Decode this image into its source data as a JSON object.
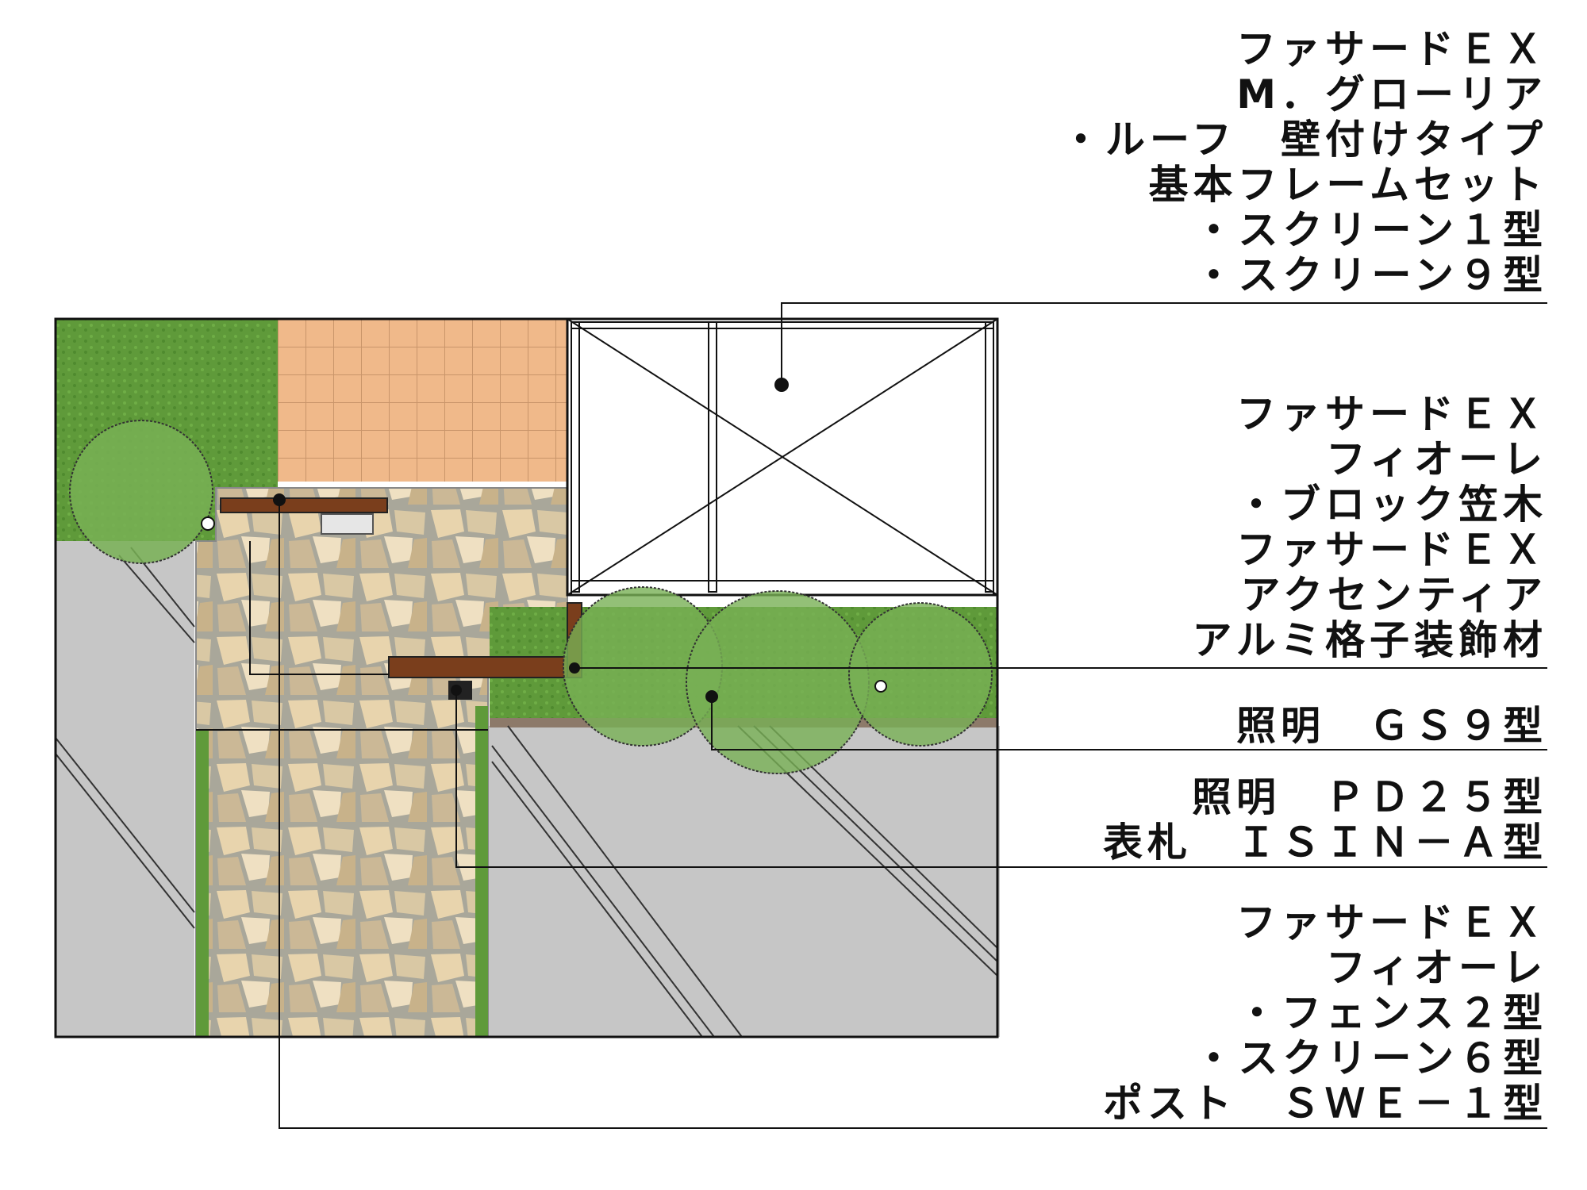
{
  "labels": {
    "a": [
      "ファサードＥＸ",
      "M．グローリア",
      "・ルーフ　壁付けタイプ",
      "基本フレームセット",
      "・スクリーン１型",
      "・スクリーン９型"
    ],
    "b": [
      "ファサードＥＸ",
      "フィオーレ",
      "・ブロック笠木",
      "ファサードＥＸ",
      "アクセンティア",
      "アルミ格子装飾材"
    ],
    "c": [
      "照明　ＧＳ９型"
    ],
    "d": [
      "照明　ＰＤ２５型",
      "表札　ＩＳＩＮ－Ａ型"
    ],
    "e": [
      "ファサードＥＸ",
      "フィオーレ",
      "・フェンス２型",
      "・スクリーン６型",
      "ポスト　ＳＷＥ－１型"
    ]
  },
  "colors": {
    "lawn": "#5f9a3a",
    "tile": "#f0b98a",
    "stone": "#dccda6",
    "concrete": "#c6c6c6",
    "shrub": "#78b055",
    "wood": "#7a3e1c",
    "leader": "#111111"
  }
}
